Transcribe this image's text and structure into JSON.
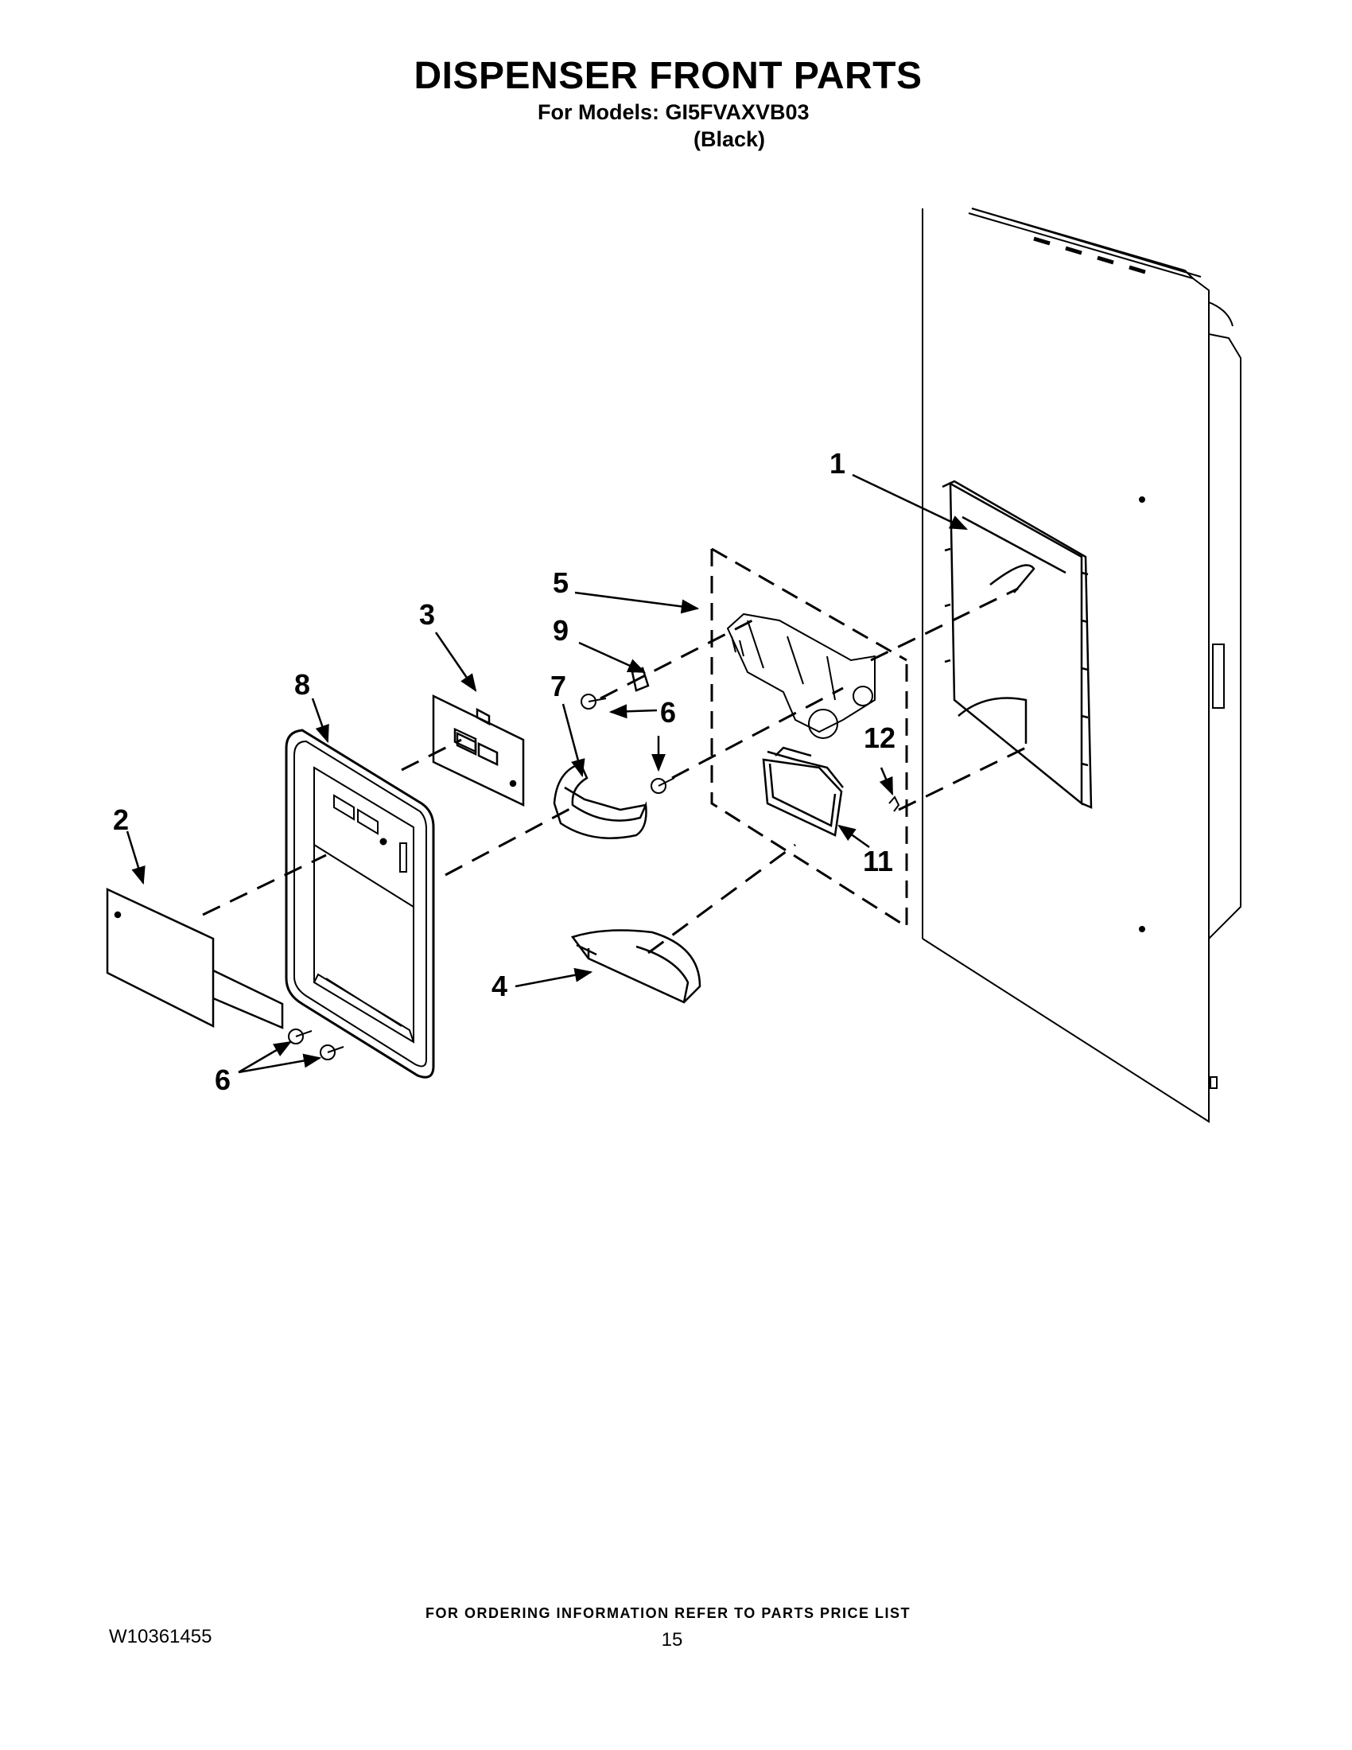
{
  "header": {
    "title": "DISPENSER FRONT PARTS",
    "models_line": "For Models: GI5FVAXVB03",
    "variant": "(Black)"
  },
  "callouts": {
    "c1": "1",
    "c2": "2",
    "c3": "3",
    "c4": "4",
    "c5": "5",
    "c6a": "6",
    "c6b": "6",
    "c7": "7",
    "c8": "8",
    "c9": "9",
    "c11": "11",
    "c12": "12"
  },
  "footer": {
    "ordering": "FOR ORDERING INFORMATION REFER TO PARTS PRICE LIST",
    "doc_number": "W10361455",
    "page": "15"
  }
}
